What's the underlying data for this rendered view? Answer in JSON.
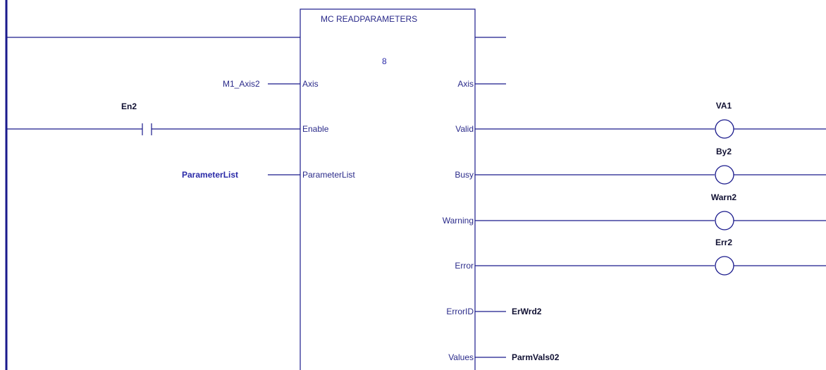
{
  "block": {
    "title": "MC READPARAMETERS",
    "instance": "8",
    "inputs": {
      "axis": "Axis",
      "enable": "Enable",
      "parameter_list": "ParameterList"
    },
    "outputs": {
      "axis": "Axis",
      "valid": "Valid",
      "busy": "Busy",
      "warning": "Warning",
      "error": "Error",
      "error_id": "ErrorID",
      "values": "Values"
    }
  },
  "input_vars": {
    "axis": "M1_Axis2",
    "parameter_list": "ParameterList"
  },
  "contact": {
    "name": "En2"
  },
  "coils": {
    "valid": "VA1",
    "busy": "By2",
    "warning": "Warn2",
    "error": "Err2"
  },
  "output_vars": {
    "error_id": "ErWrd2",
    "values": "ParmVals02"
  }
}
